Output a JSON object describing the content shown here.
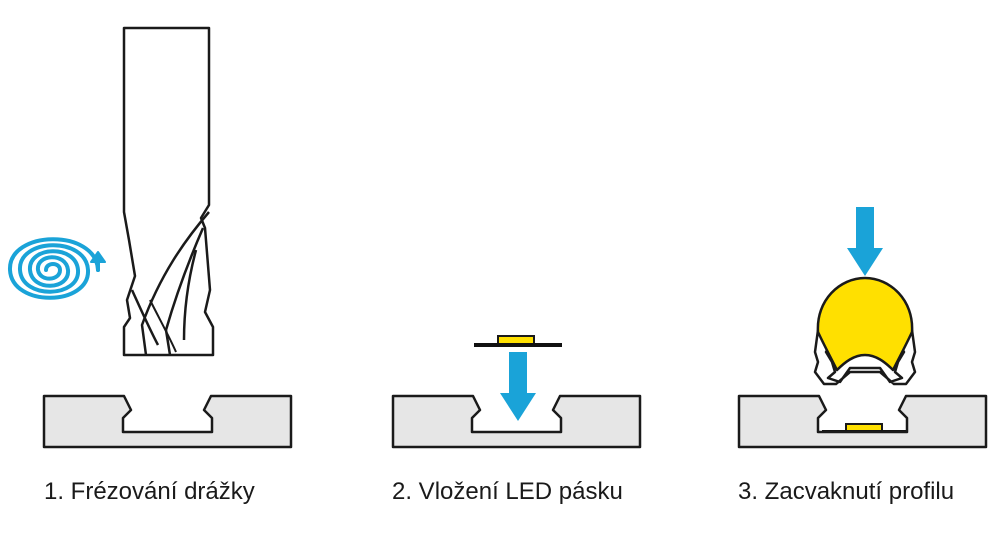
{
  "steps": [
    {
      "label": "1. Frézování drážky"
    },
    {
      "label": "2. Vložení LED pásku"
    },
    {
      "label": "3. Zacvaknutí profilu"
    }
  ],
  "colors": {
    "outline": "#1a1a1a",
    "board_fill": "#e6e6e6",
    "arrow": "#1aa3d8",
    "led_yellow": "#ffe000",
    "tape_black": "#111111"
  },
  "icons": [
    "milling-cutter-icon",
    "rotation-spiral-icon",
    "insert-arrow-icon",
    "press-arrow-icon",
    "led-strip-icon",
    "diffuser-profile-icon"
  ]
}
